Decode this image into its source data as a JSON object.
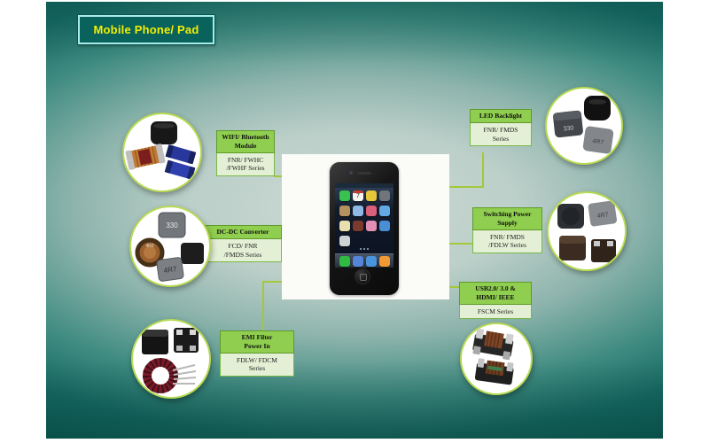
{
  "title": {
    "label": "Mobile Phone/ Pad"
  },
  "labels": {
    "wifi": {
      "title1": "WIFI/ Bluetooth",
      "title2": "Module",
      "series1": "FNR/ FWHC",
      "series2": "/FWHF Series"
    },
    "dcdc": {
      "title1": "DC-DC Converter",
      "title2": "",
      "series1": "FCD/ FNR",
      "series2": "/FMDS Series"
    },
    "emi": {
      "title1": "EMI Filter",
      "title2": "Power In",
      "series1": "FDLW/ FDCM",
      "series2": "Series"
    },
    "led": {
      "title1": "LED Backlight",
      "title2": "",
      "series1": "FNR/ FMDS",
      "series2": "Series"
    },
    "sps": {
      "title1": "Switching Power",
      "title2": "Supply",
      "series1": "FNR/ FMDS",
      "series2": "/FDLW Series"
    },
    "usb": {
      "title1": "USB2.0/ 3.0 &",
      "title2": "HDMI/ IEEE",
      "series1": "FSCM Series",
      "series2": ""
    }
  },
  "component_markings": {
    "dcdc_shield": "330",
    "dcdc_drum": "4R0",
    "dcdc_molded": "4R7",
    "led_shield": "330",
    "led_molded": "4R7",
    "sps_molded": "4R7"
  },
  "phone": {
    "calendar_day": "7",
    "grid_icons": [
      {
        "name": "messages-icon",
        "color": "#38c14e"
      },
      {
        "name": "calendar-icon",
        "color": "#f6f5f0"
      },
      {
        "name": "photos-icon",
        "color": "#e7c63b"
      },
      {
        "name": "camera-icon",
        "color": "#70757c"
      },
      {
        "name": "youtube-icon",
        "color": "#b3925f"
      },
      {
        "name": "stocks-icon",
        "color": "#8fb9e4"
      },
      {
        "name": "game-icon",
        "color": "#d9607a"
      },
      {
        "name": "weather-icon",
        "color": "#63a9e3"
      },
      {
        "name": "notes-icon",
        "color": "#e9dfae"
      },
      {
        "name": "voice-memos-icon",
        "color": "#7c3a2d"
      },
      {
        "name": "itunes-icon",
        "color": "#e490b4"
      },
      {
        "name": "app-store-icon",
        "color": "#4a8fd4"
      },
      {
        "name": "compass-icon",
        "color": "#cfd3d6"
      }
    ],
    "dock_icons": [
      {
        "name": "phone-icon",
        "color": "#2fbb41"
      },
      {
        "name": "mail-icon",
        "color": "#5585d8"
      },
      {
        "name": "safari-icon",
        "color": "#4a94de"
      },
      {
        "name": "music-icon",
        "color": "#f09a33"
      }
    ]
  },
  "colors": {
    "accent_line": "#a4c83a",
    "connector_dot": "#4e8c1c",
    "circle_border": "#b8da52",
    "callout_header_bg": "#8fce4e",
    "callout_series_bg": "#e3f0d5",
    "title_text": "#f2ef00",
    "title_border": "#a8ecea",
    "slide_teal": "#11655f"
  }
}
